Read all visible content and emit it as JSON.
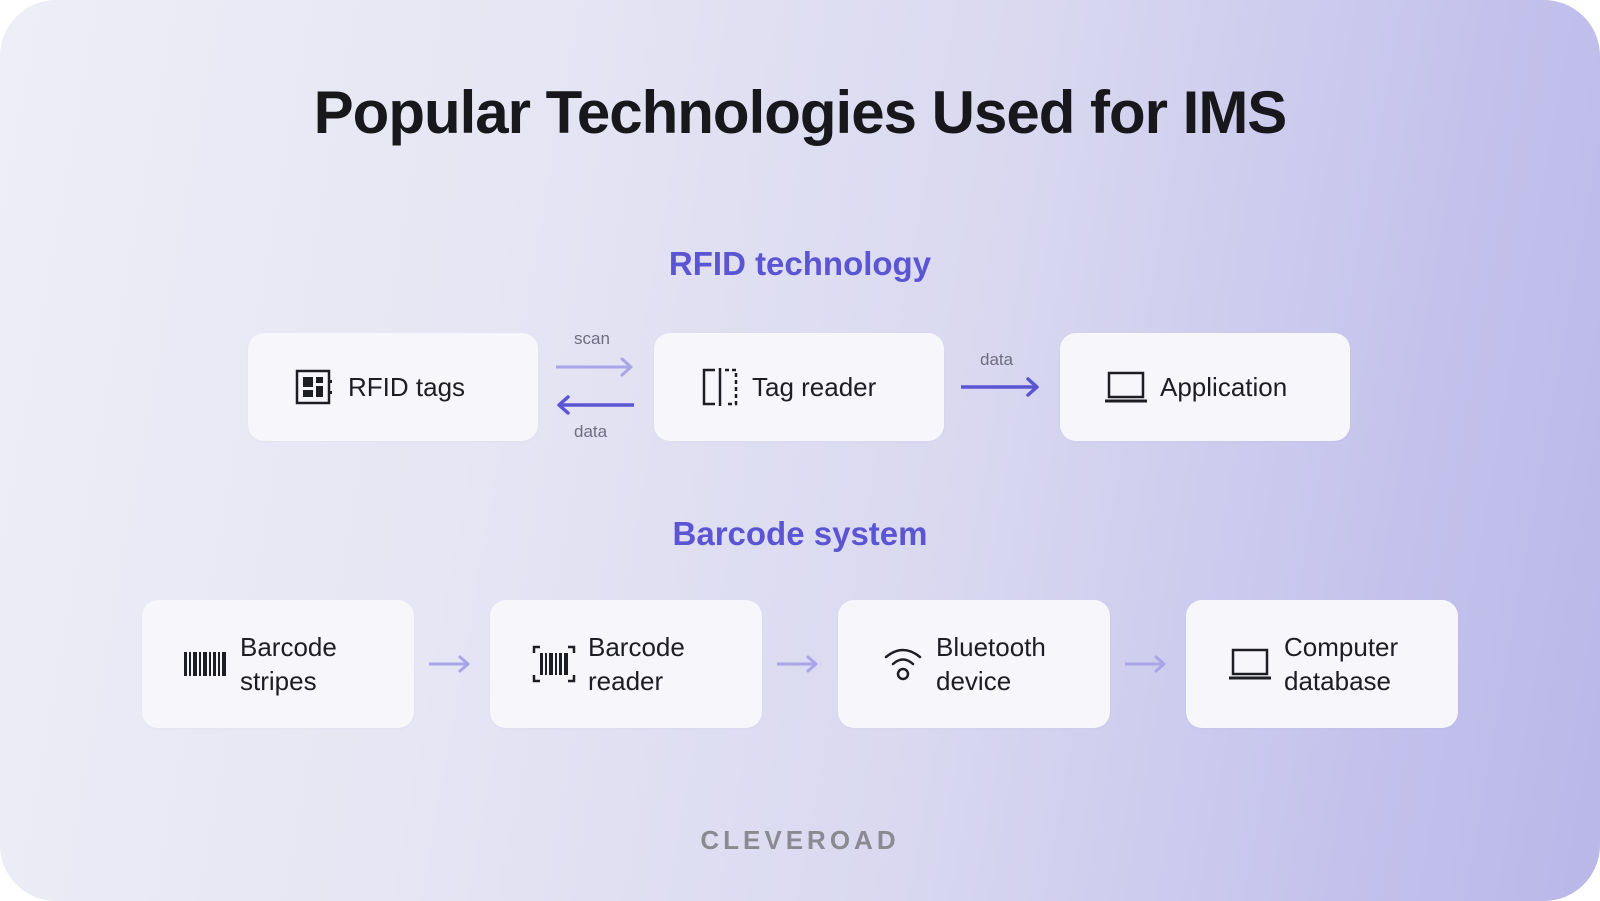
{
  "title": "Popular Technologies Used for IMS",
  "rfid": {
    "heading": "RFID technology",
    "nodes": {
      "tags": {
        "label": "RFID tags",
        "icon": "rfid-tag-icon"
      },
      "reader": {
        "label": "Tag reader",
        "icon": "tag-reader-icon"
      },
      "app": {
        "label": "Application",
        "icon": "laptop-icon"
      }
    },
    "edges": {
      "scan": "scan",
      "data_back": "data",
      "data_forward": "data"
    }
  },
  "barcode": {
    "heading": "Barcode system",
    "nodes": {
      "stripes": {
        "line1": "Barcode",
        "line2": "stripes",
        "icon": "barcode-icon"
      },
      "reader": {
        "line1": "Barcode",
        "line2": "reader",
        "icon": "barcode-scanner-icon"
      },
      "bluetooth": {
        "line1": "Bluetooth",
        "line2": "device",
        "icon": "wireless-signal-icon"
      },
      "database": {
        "line1": "Computer",
        "line2": "database",
        "icon": "laptop-icon"
      }
    }
  },
  "brand": "CLEVEROAD",
  "colors": {
    "accent": "#5b55d3",
    "arrow_light": "#9f9be6",
    "title": "#17171c",
    "box": "#f6f6fb"
  }
}
